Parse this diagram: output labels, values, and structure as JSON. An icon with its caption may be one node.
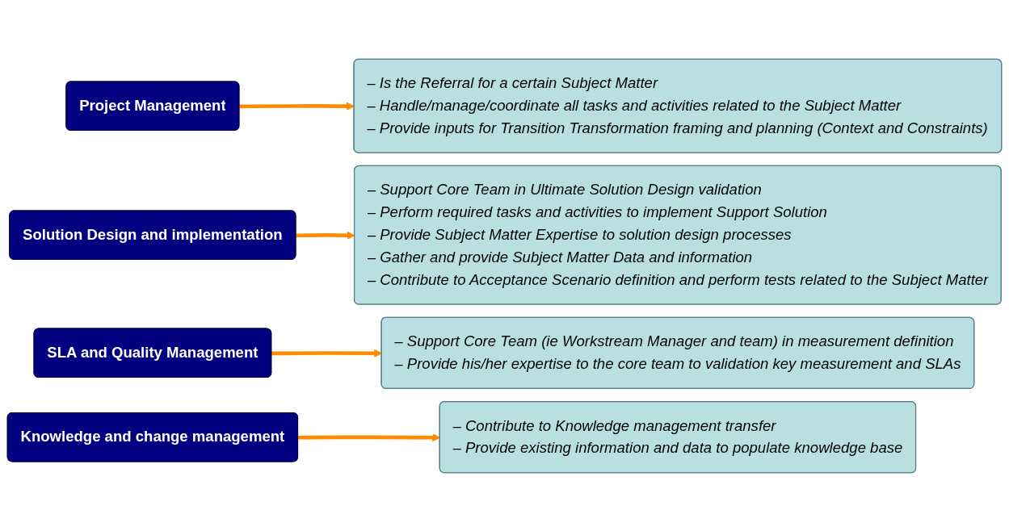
{
  "diagram": {
    "nodes": [
      {
        "text": [
          "Project Management"
        ]
      },
      {
        "text": [
          "– Is the Referral for a certain Subject Matter",
          "– Handle/manage/coordinate all tasks and activities related to the Subject Matter",
          "– Provide inputs for Transition Transformation framing and planning (Context and Constraints)"
        ]
      },
      {
        "text": [
          "Solution Design and implementation"
        ]
      },
      {
        "text": [
          "– Support Core Team in Ultimate Solution Design validation",
          "– Perform required tasks and activities to implement Support Solution",
          "– Provide Subject Matter Expertise to solution design processes",
          "– Gather and provide Subject Matter Data and information",
          "– Contribute to Acceptance Scenario definition and perform tests related to the Subject Matter"
        ]
      },
      {
        "text": [
          "SLA and Quality Management"
        ]
      },
      {
        "text": [
          "– Support Core Team (ie Workstream Manager and team) in measurement definition",
          "– Provide his/her expertise to the core team to validation key measurement and SLAs"
        ]
      },
      {
        "text": [
          "Knowledge and change management"
        ]
      },
      {
        "text": [
          "– Contribute to Knowledge management transfer",
          "– Provide existing information and data to populate knowledge base"
        ]
      }
    ],
    "edges": [
      {
        "from": 0,
        "to": 1,
        "arrow": "to"
      },
      {
        "from": 2,
        "to": 3,
        "arrow": "to"
      },
      {
        "from": 4,
        "to": 5,
        "arrow": "to"
      },
      {
        "from": 6,
        "to": 7,
        "arrow": "to"
      }
    ]
  }
}
